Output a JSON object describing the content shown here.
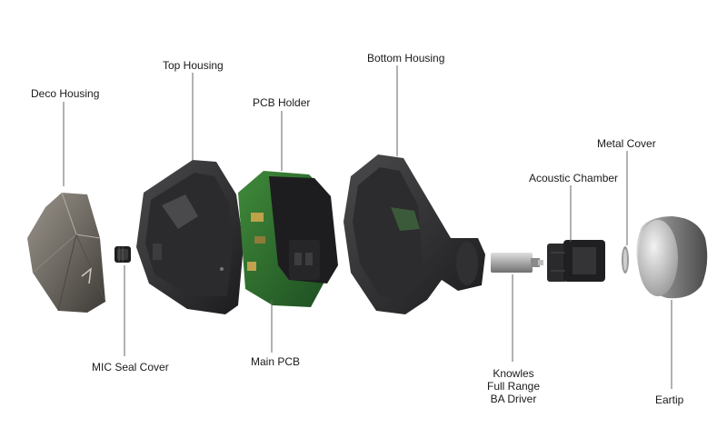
{
  "labels": {
    "deco_housing": "Deco Housing",
    "top_housing": "Top Housing",
    "pcb_holder": "PCB Holder",
    "bottom_housing": "Bottom Housing",
    "metal_cover": "Metal Cover",
    "acoustic_chamber": "Acoustic Chamber",
    "mic_seal_cover": "MIC Seal Cover",
    "main_pcb": "Main PCB",
    "knowles_line1": "Knowles",
    "knowles_line2": "Full Range",
    "knowles_line3": "BA Driver",
    "eartip": "Eartip"
  }
}
